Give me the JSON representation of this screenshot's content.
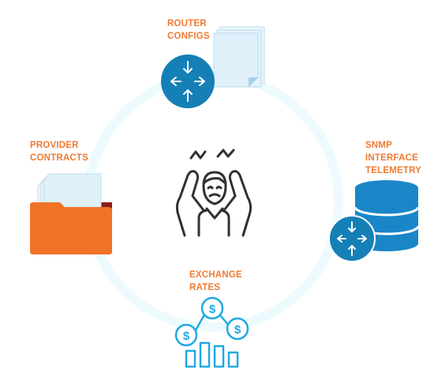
{
  "labels": {
    "router_configs": "ROUTER\nCONFIGS",
    "provider_contracts": "PROVIDER\nCONTRACTS",
    "snmp_telemetry": "SNMP\nINTERFACE\nTELEMETRY",
    "exchange_rates": "EXCHANGE\nRATES"
  },
  "colors": {
    "label_orange": "#ee7b33",
    "router_blue": "#1580b6",
    "database_blue": "#1a86c7",
    "folder_orange": "#f07327",
    "folder_tab_red": "#8e1b1b",
    "paper_blue": "#dff0fa",
    "exchange_cyan": "#21a9e1",
    "ring_tint": "#eefbfe",
    "person_stroke": "#2f3133"
  },
  "icons": {
    "router": "router-icon",
    "documents": "document-stack-icon",
    "folder": "folder-icon",
    "database": "database-icon",
    "exchange": "exchange-rate-chart-icon",
    "person": "frustrated-person-icon"
  }
}
